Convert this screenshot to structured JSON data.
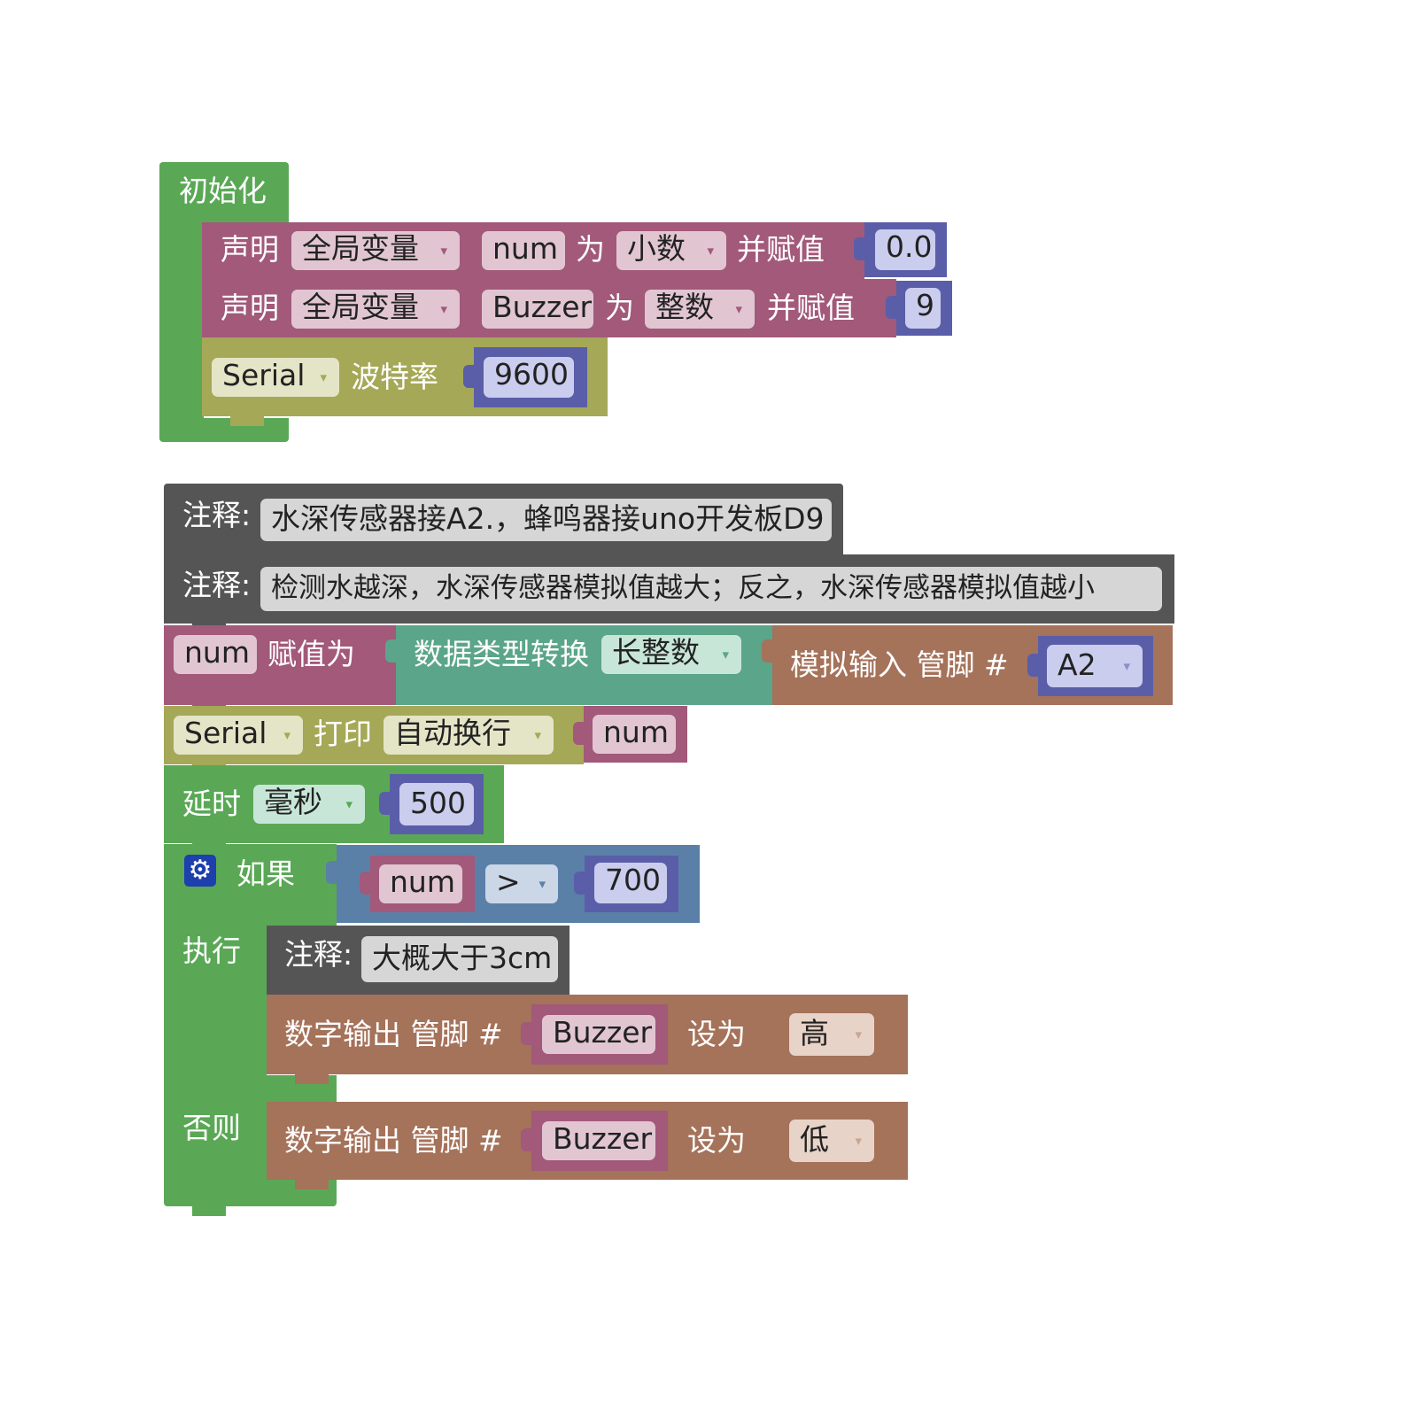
{
  "setup": {
    "header": "初始化",
    "decl1": {
      "label": "声明",
      "scope": "全局变量",
      "var": "num",
      "as": "为",
      "type": "小数",
      "assign": "并赋值",
      "value": "0.0"
    },
    "decl2": {
      "label": "声明",
      "scope": "全局变量",
      "var": "Buzzer",
      "as": "为",
      "type": "整数",
      "assign": "并赋值",
      "value": "9"
    },
    "serial_begin": {
      "port": "Serial",
      "label": "波特率",
      "value": "9600"
    }
  },
  "loop": {
    "comment1": {
      "label": "注释:",
      "text": "水深传感器接A2.，蜂鸣器接uno开发板D9"
    },
    "comment2": {
      "label": "注释:",
      "text": "检测水越深，水深传感器模拟值越大；反之，水深传感器模拟值越小"
    },
    "assign": {
      "var": "num",
      "label": "赋值为",
      "convert": "数据类型转换",
      "convert_type": "长整数",
      "analog": "模拟输入 管脚 #",
      "pin": "A2"
    },
    "print": {
      "port": "Serial",
      "label": "打印",
      "mode": "自动换行",
      "var": "num"
    },
    "delay": {
      "label": "延时",
      "unit": "毫秒",
      "value": "500"
    },
    "if_block": {
      "if_label": "如果",
      "cond_var": "num",
      "op": ">",
      "cond_value": "700",
      "do_label": "执行",
      "else_label": "否则",
      "comment": {
        "label": "注释:",
        "text": "大概大于3cm"
      },
      "then_write": {
        "label": "数字输出 管脚 #",
        "pin": "Buzzer",
        "set": "设为",
        "level": "高"
      },
      "else_write": {
        "label": "数字输出 管脚 #",
        "pin": "Buzzer",
        "set": "设为",
        "level": "低"
      }
    }
  },
  "icons": {
    "dropdown": "▾",
    "gear": "⚙"
  }
}
